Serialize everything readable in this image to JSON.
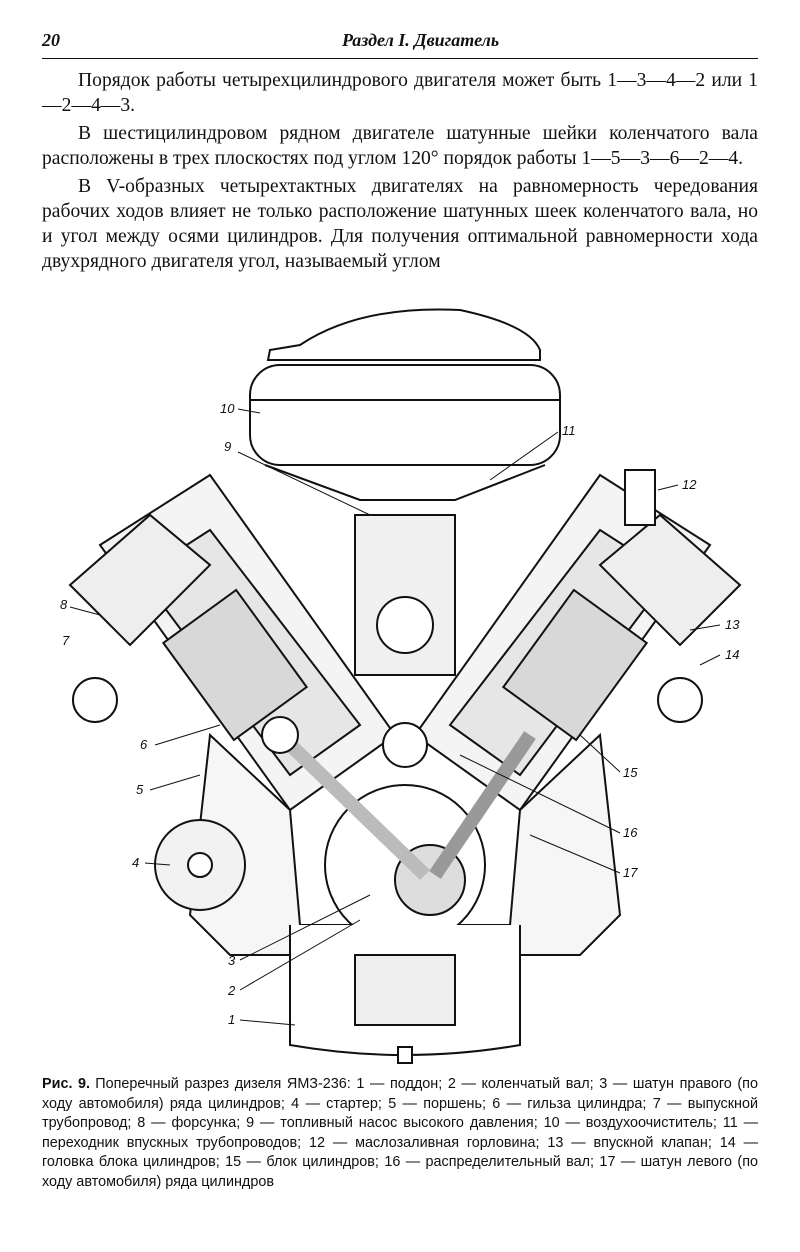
{
  "header": {
    "page_number": "20",
    "section_title": "Раздел I. Двигатель"
  },
  "body": {
    "paragraphs": [
      "Порядок работы четырехцилиндрового двигателя может быть 1—3—4—2 или 1—2—4—3.",
      "В шестицилиндровом рядном двигателе шатунные шейки коленчатого вала расположены в трех плоскостях под углом 120° порядок работы 1—5—3—6—2—4.",
      "В V-образных четырехтактных двигателях на равномерность чередования рабочих ходов влияет не только расположение шатунных шеек коленчатого вала, но и угол между осями цилиндров. Для получения оптимальной равномерности хода двухрядного двигателя угол, называемый углом"
    ]
  },
  "figure": {
    "callouts": [
      "1",
      "2",
      "3",
      "4",
      "5",
      "6",
      "7",
      "8",
      "9",
      "10",
      "11",
      "12",
      "13",
      "14",
      "15",
      "16",
      "17"
    ],
    "caption_label": "Рис. 9.",
    "caption_text": "Поперечный разрез дизеля ЯМЗ-236: 1 — поддон; 2 — коленчатый вал; 3 — шатун правого (по ходу автомобиля) ряда цилиндров; 4 — стартер; 5 — поршень; 6 — гильза цилиндра; 7 — выпускной трубопровод; 8 — форсунка; 9 — топливный насос высокого давления; 10 — воздухоочиститель; 11 — переходник впускных трубопроводов; 12 — маслозаливная горловина; 13 — впускной клапан; 14 — головка блока цилиндров; 15 — блок цилиндров; 16 — распределительный вал; 17 — шатун левого (по ходу автомобиля) ряда цилиндров"
  }
}
